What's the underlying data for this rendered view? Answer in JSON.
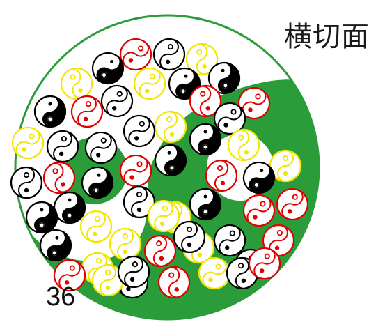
{
  "title": "横切面",
  "count_label": "36",
  "colors": {
    "green": "#2a9d3a",
    "white": "#ffffff",
    "black": "#000000",
    "red": "#e00000",
    "yellow": "#f2e600",
    "ink": "#1a1a1a"
  },
  "symbols": [
    {
      "color": "red",
      "style": "outline",
      "rot": 40
    },
    {
      "color": "black",
      "style": "outline",
      "rot": 10
    },
    {
      "color": "yellow",
      "style": "outline",
      "rot": -20
    },
    {
      "color": "black",
      "style": "solid",
      "rot": 30
    },
    {
      "color": "yellow",
      "style": "outline",
      "rot": -30
    },
    {
      "color": "yellow",
      "style": "outline",
      "rot": 20
    },
    {
      "color": "black",
      "style": "solid",
      "rot": 10
    },
    {
      "color": "black",
      "style": "solid",
      "rot": -10
    },
    {
      "color": "black",
      "style": "outline",
      "rot": 20
    },
    {
      "color": "red",
      "style": "outline",
      "rot": -20
    },
    {
      "color": "red",
      "style": "outline",
      "rot": 30
    },
    {
      "color": "red",
      "style": "outline",
      "rot": 10
    },
    {
      "color": "black",
      "style": "solid",
      "rot": 0
    },
    {
      "color": "black",
      "style": "outline",
      "rot": 30
    },
    {
      "color": "yellow",
      "style": "outline",
      "rot": -10
    },
    {
      "color": "black",
      "style": "outline",
      "rot": 20
    },
    {
      "color": "yellow",
      "style": "outline",
      "rot": 30
    },
    {
      "color": "black",
      "style": "solid",
      "rot": 0
    },
    {
      "color": "black",
      "style": "outline",
      "rot": 10
    },
    {
      "color": "yellow",
      "style": "outline",
      "rot": -20
    },
    {
      "color": "black",
      "style": "outline",
      "rot": 20
    },
    {
      "color": "red",
      "style": "outline",
      "rot": -30
    },
    {
      "color": "black",
      "style": "solid",
      "rot": -10
    },
    {
      "color": "yellow",
      "style": "outline",
      "rot": 0
    },
    {
      "color": "black",
      "style": "solid",
      "rot": 10
    },
    {
      "color": "red",
      "style": "outline",
      "rot": 30
    },
    {
      "color": "black",
      "style": "outline",
      "rot": 0
    },
    {
      "color": "red",
      "style": "outline",
      "rot": -10
    },
    {
      "color": "black",
      "style": "solid",
      "rot": 20
    },
    {
      "color": "black",
      "style": "outline",
      "rot": 0
    },
    {
      "color": "black",
      "style": "solid",
      "rot": 0
    },
    {
      "color": "red",
      "style": "outline",
      "rot": 20
    },
    {
      "color": "yellow",
      "style": "outline",
      "rot": -10
    },
    {
      "color": "yellow",
      "style": "outline",
      "rot": 10
    },
    {
      "color": "black",
      "style": "solid",
      "rot": 0
    },
    {
      "color": "black",
      "style": "solid",
      "rot": 0
    },
    {
      "color": "red",
      "style": "outline",
      "rot": 30
    },
    {
      "color": "red",
      "style": "outline",
      "rot": -10
    },
    {
      "color": "black",
      "style": "solid",
      "rot": 10
    },
    {
      "color": "yellow",
      "style": "outline",
      "rot": 0
    },
    {
      "color": "yellow",
      "style": "outline",
      "rot": -10
    },
    {
      "color": "black",
      "style": "outline",
      "rot": 20
    },
    {
      "color": "red",
      "style": "outline",
      "rot": 10
    },
    {
      "color": "red",
      "style": "outline",
      "rot": -20
    },
    {
      "color": "black",
      "style": "solid",
      "rot": 0
    },
    {
      "color": "black",
      "style": "outline",
      "rot": 30
    },
    {
      "color": "yellow",
      "style": "outline",
      "rot": 10
    },
    {
      "color": "red",
      "style": "outline",
      "rot": 20
    },
    {
      "color": "yellow",
      "style": "outline",
      "rot": 0
    },
    {
      "color": "black",
      "style": "outline",
      "rot": 10
    },
    {
      "color": "yellow",
      "style": "outline",
      "rot": 30
    },
    {
      "color": "black",
      "style": "outline",
      "rot": -10
    },
    {
      "color": "red",
      "style": "outline",
      "rot": 20
    },
    {
      "color": "yellow",
      "style": "outline",
      "rot": 10
    },
    {
      "color": "black",
      "style": "outline",
      "rot": 0
    }
  ]
}
